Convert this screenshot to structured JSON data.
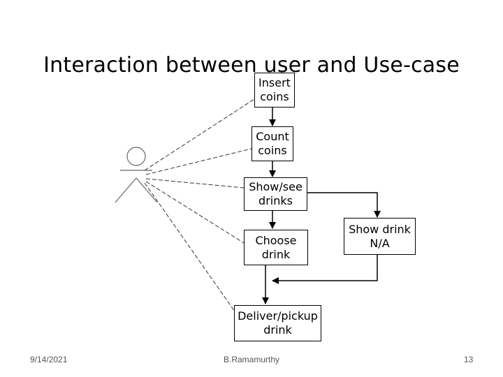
{
  "title": "Interaction between user and Use-case",
  "use_cases": {
    "insert_coins": "Insert\ncoins",
    "count_coins": "Count\ncoins",
    "show_see_drinks": "Show/see\ndrinks",
    "choose_drink": "Choose\ndrink",
    "show_drink_na": "Show drink\nN/A",
    "deliver_pickup": "Deliver/pickup\ndrink"
  },
  "footer": {
    "date": "9/14/2021",
    "author": "B.Ramamurthy",
    "page": "13"
  }
}
